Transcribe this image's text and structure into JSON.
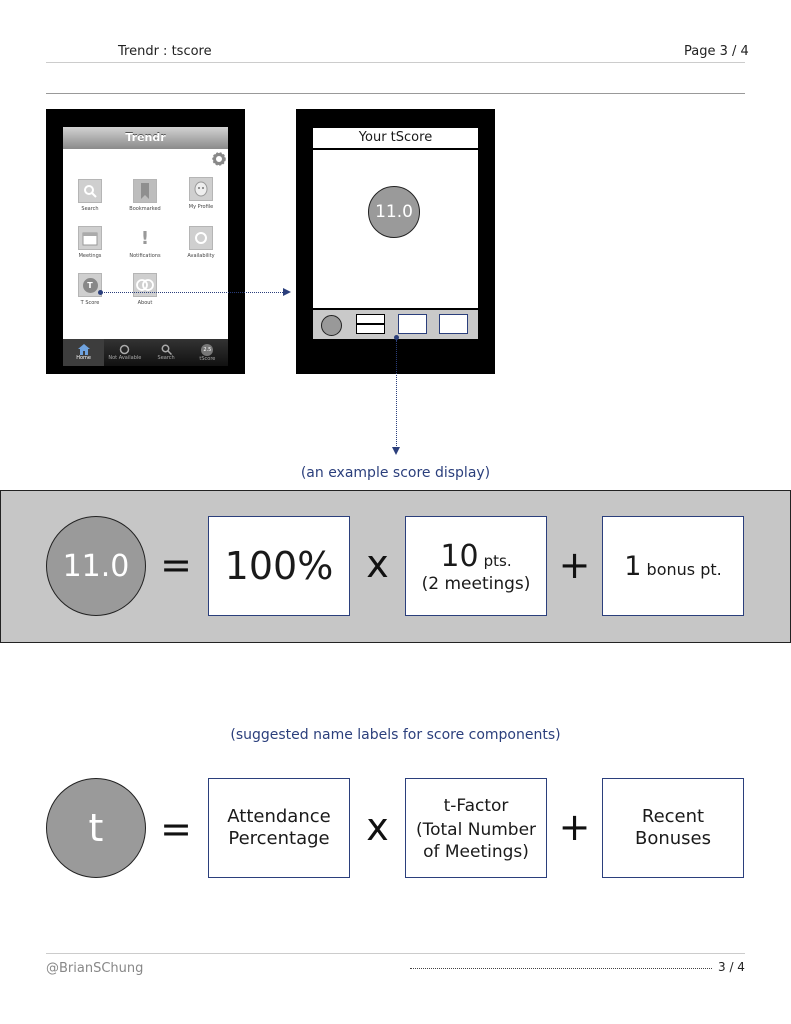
{
  "header": {
    "title": "Trendr : tscore",
    "page_label": "Page",
    "page_num": "3 / 4"
  },
  "ipad": {
    "app_title": "Trendr",
    "icons": [
      {
        "label": "Search",
        "icon": "search-icon"
      },
      {
        "label": "Bookmarked",
        "icon": "bookmark-icon"
      },
      {
        "label": "My Profile",
        "icon": "profile-icon"
      },
      {
        "label": "Meetings",
        "icon": "calendar-icon"
      },
      {
        "label": "Notifications",
        "icon": "exclamation-icon"
      },
      {
        "label": "Availability",
        "icon": "circle-icon"
      },
      {
        "label": "T Score",
        "icon": "t-score-icon"
      },
      {
        "label": "About",
        "icon": "about-icon"
      }
    ],
    "tabs": [
      {
        "label": "Home",
        "icon": "home-icon"
      },
      {
        "label": "Not Available",
        "icon": "circle-icon"
      },
      {
        "label": "Search",
        "icon": "search-icon"
      },
      {
        "label": "tScore",
        "icon": "tscore-badge-icon",
        "badge": "2.5"
      }
    ]
  },
  "wireframe": {
    "title": "Your tScore",
    "score": "11.0"
  },
  "example": {
    "caption": "(an example score display)",
    "score": "11.0",
    "equals": "=",
    "attendance": "100%",
    "times": "x",
    "points_big": "10",
    "points_small": "pts.",
    "meetings": "(2 meetings)",
    "plus": "+",
    "bonus_big": "1",
    "bonus_small": "bonus pt."
  },
  "labels": {
    "caption": "(suggested name labels for score components)",
    "symbol": "t",
    "equals": "=",
    "attendance_line1": "Attendance",
    "attendance_line2": "Percentage",
    "times": "x",
    "factor_line1": "t-Factor",
    "factor_line2": "(Total Number",
    "factor_line3": "of Meetings)",
    "plus": "+",
    "bonus_line1": "Recent",
    "bonus_line2": "Bonuses"
  },
  "footer": {
    "author": "@BrianSChung",
    "page_num": "3 / 4"
  },
  "colors": {
    "accent": "#2b3f7c",
    "band": "#c6c6c6",
    "circle": "#9a9a9a"
  }
}
